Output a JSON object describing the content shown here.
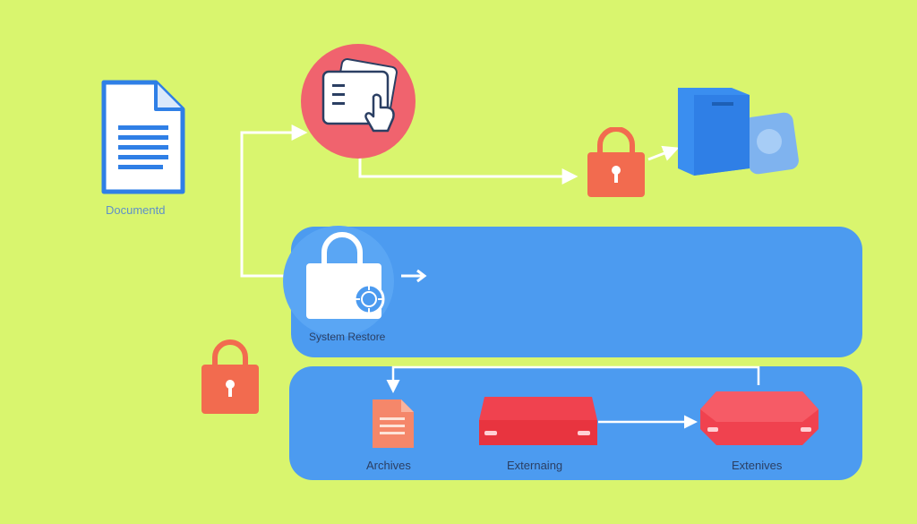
{
  "colors": {
    "background": "#d9f56e",
    "panel_blue": "#4c9bf0",
    "accent_red": "#f06b6b",
    "lock_orange": "#f26b4f",
    "doc_blue": "#2f7fe6",
    "connector": "#ffffff"
  },
  "nodes": {
    "document": {
      "label": "Documentd",
      "icon": "document-icon"
    },
    "selector": {
      "icon": "hand-cards-icon"
    },
    "top_lock": {
      "icon": "padlock-icon"
    },
    "storage": {
      "icon": "folder-storage-icon"
    },
    "system_restore": {
      "label": "System Restore",
      "icon": "restore-lock-icon"
    },
    "side_lock": {
      "icon": "padlock-icon"
    },
    "archives": {
      "label": "Archives",
      "icon": "archive-file-icon"
    },
    "externaing": {
      "label": "Externaing",
      "icon": "server-box-icon"
    },
    "extenives": {
      "label": "Extenives",
      "icon": "hexagon-drive-icon"
    }
  }
}
